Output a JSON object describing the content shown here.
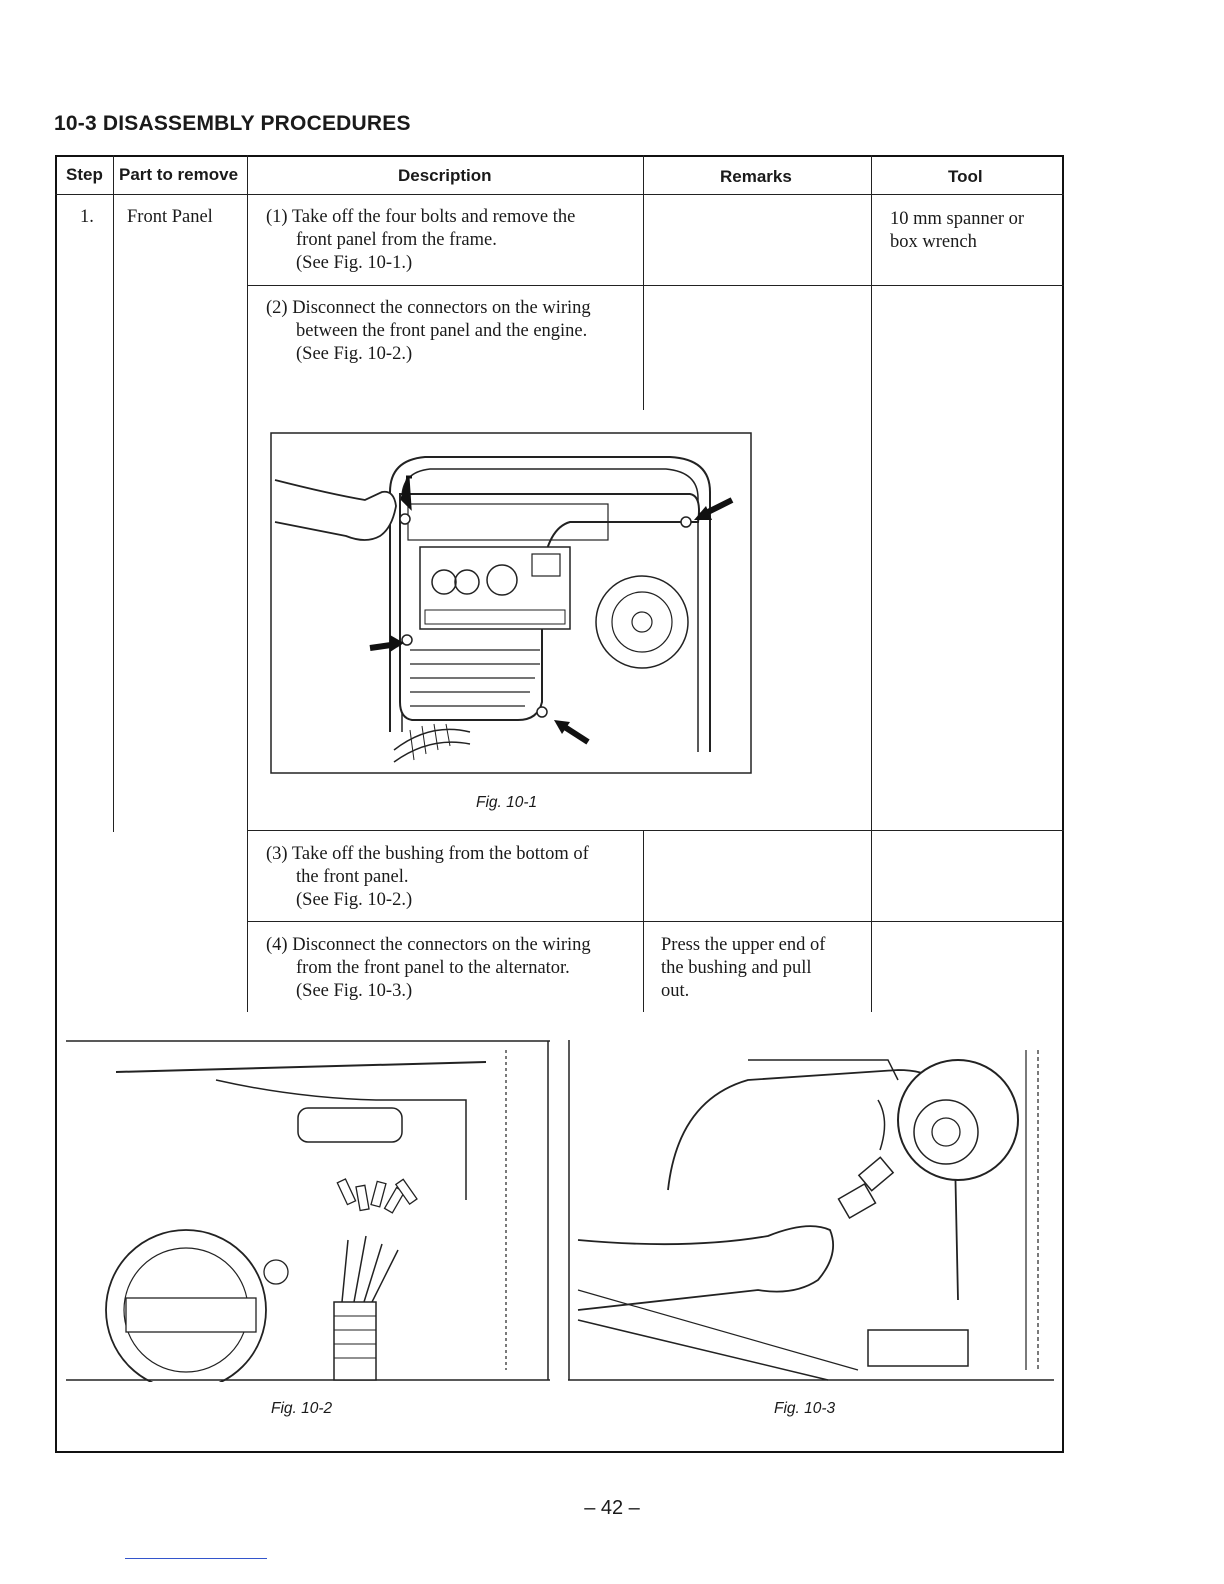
{
  "section_title": "10-3 DISASSEMBLY PROCEDURES",
  "table_headers": {
    "step": "Step",
    "part": "Part to remove",
    "description": "Description",
    "remarks": "Remarks",
    "tool": "Tool"
  },
  "row1": {
    "step": "1.",
    "part": "Front Panel",
    "desc1": [
      "(1) Take off the four bolts and remove the",
      "front panel from the frame.",
      "(See Fig. 10-1.)"
    ],
    "tool": [
      "10 mm spanner or",
      "box wrench"
    ],
    "desc2": [
      "(2) Disconnect the connectors on the wiring",
      "between the front panel and the engine.",
      "(See Fig. 10-2.)"
    ],
    "desc3": [
      "(3) Take off the bushing from the bottom of",
      "the front panel.",
      "(See Fig. 10-2.)"
    ],
    "desc4": [
      "(4) Disconnect the connectors on the wiring",
      "from the front panel to the alternator.",
      "(See Fig. 10-3.)"
    ],
    "remarks4": [
      "Press the upper end of",
      "the bushing and pull",
      "out."
    ]
  },
  "figures": {
    "fig1": "Fig. 10-1",
    "fig2": "Fig. 10-2",
    "fig3": "Fig. 10-3"
  },
  "page_number": "– 42 –"
}
